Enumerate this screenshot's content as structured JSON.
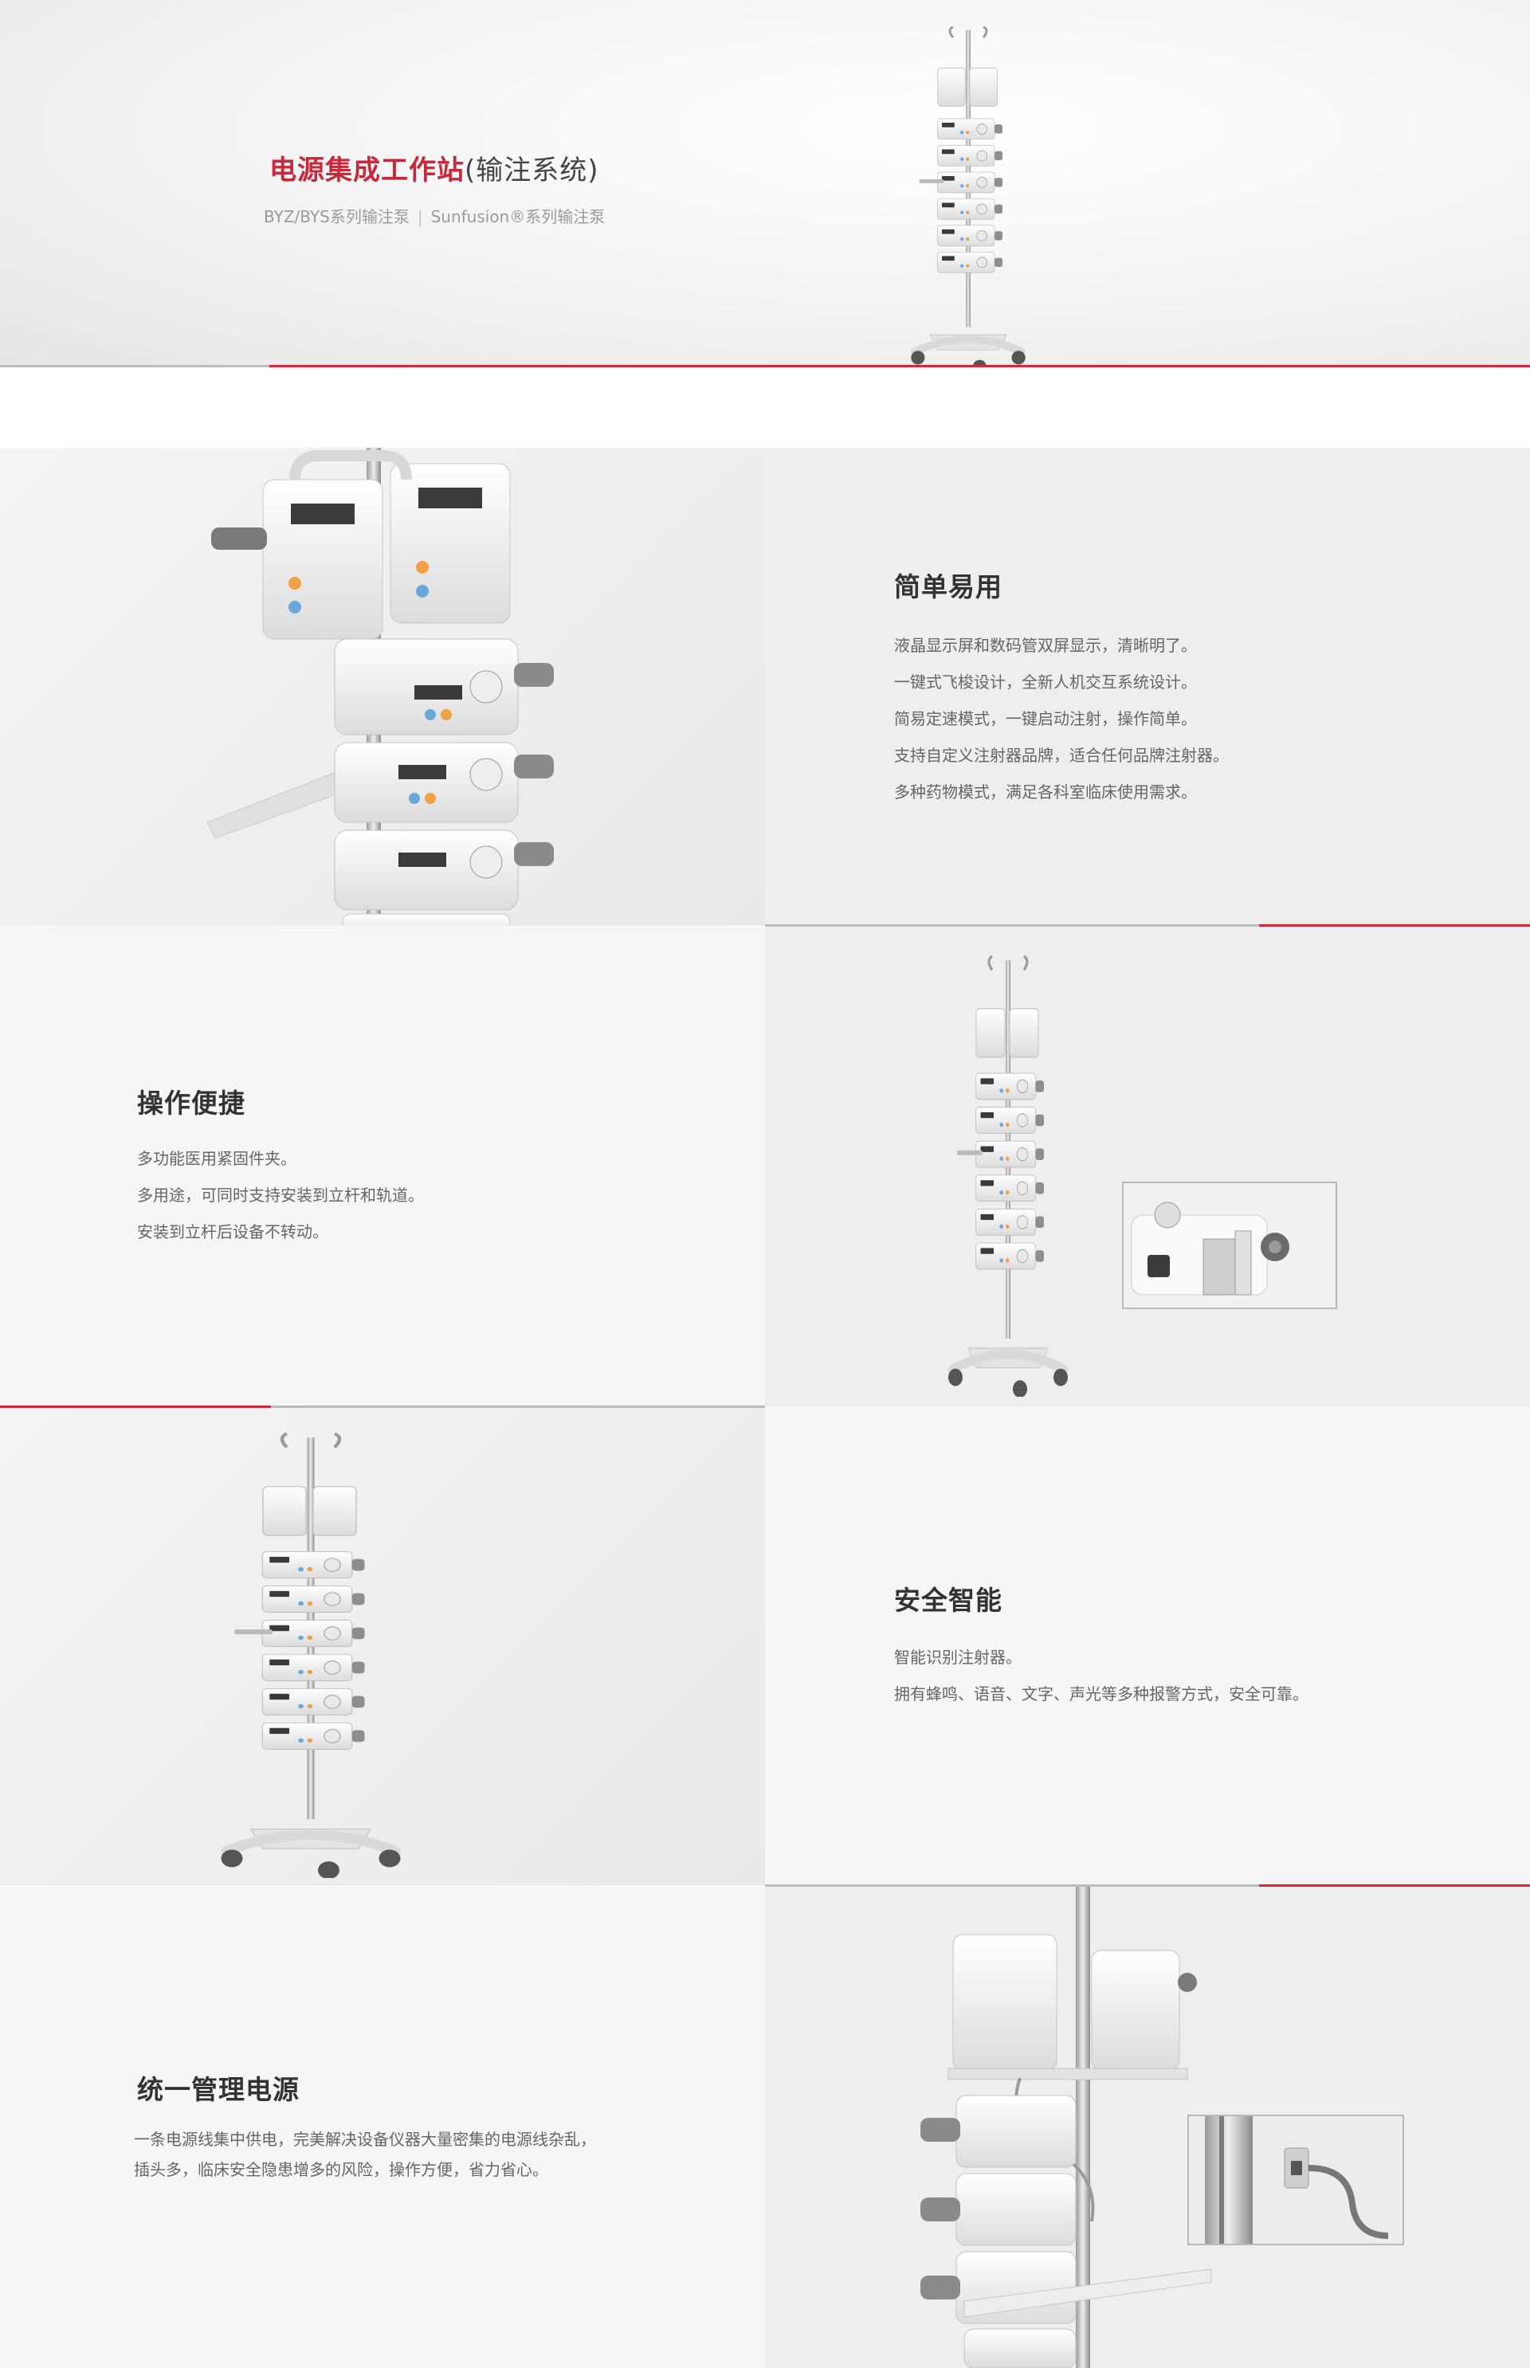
{
  "hero": {
    "title_main": "电源集成工作站",
    "title_paren": "(输注系统)",
    "subtitle_left": "BYZ/BYS系列输注泵",
    "subtitle_sep": "|",
    "subtitle_right": "Sunfusion®系列输注泵"
  },
  "sections": [
    {
      "title": "简单易用",
      "lines": [
        "液晶显示屏和数码管双屏显示，清晰明了。",
        "一键式飞梭设计，全新人机交互系统设计。",
        "简易定速模式，一键启动注射，操作简单。",
        "支持自定义注射器品牌，适合任何品牌注射器。",
        "多种药物模式，满足各科室临床使用需求。"
      ]
    },
    {
      "title": "操作便捷",
      "lines": [
        "多功能医用紧固件夹。",
        "多用途，可同时支持安装到立杆和轨道。",
        "安装到立杆后设备不转动。"
      ]
    },
    {
      "title": "安全智能",
      "lines": [
        "智能识别注射器。",
        "拥有蜂鸣、语音、文字、声光等多种报警方式，安全可靠。"
      ]
    },
    {
      "title": "统一管理电源",
      "lines": [
        "一条电源线集中供电，完美解决设备仪器大量密集的电源线杂乱，",
        "插头多，临床安全隐患增多的风险，操作方便，省力省心。"
      ]
    }
  ],
  "colors": {
    "accent": "#d4283a",
    "divider": "#bcbcbc"
  }
}
